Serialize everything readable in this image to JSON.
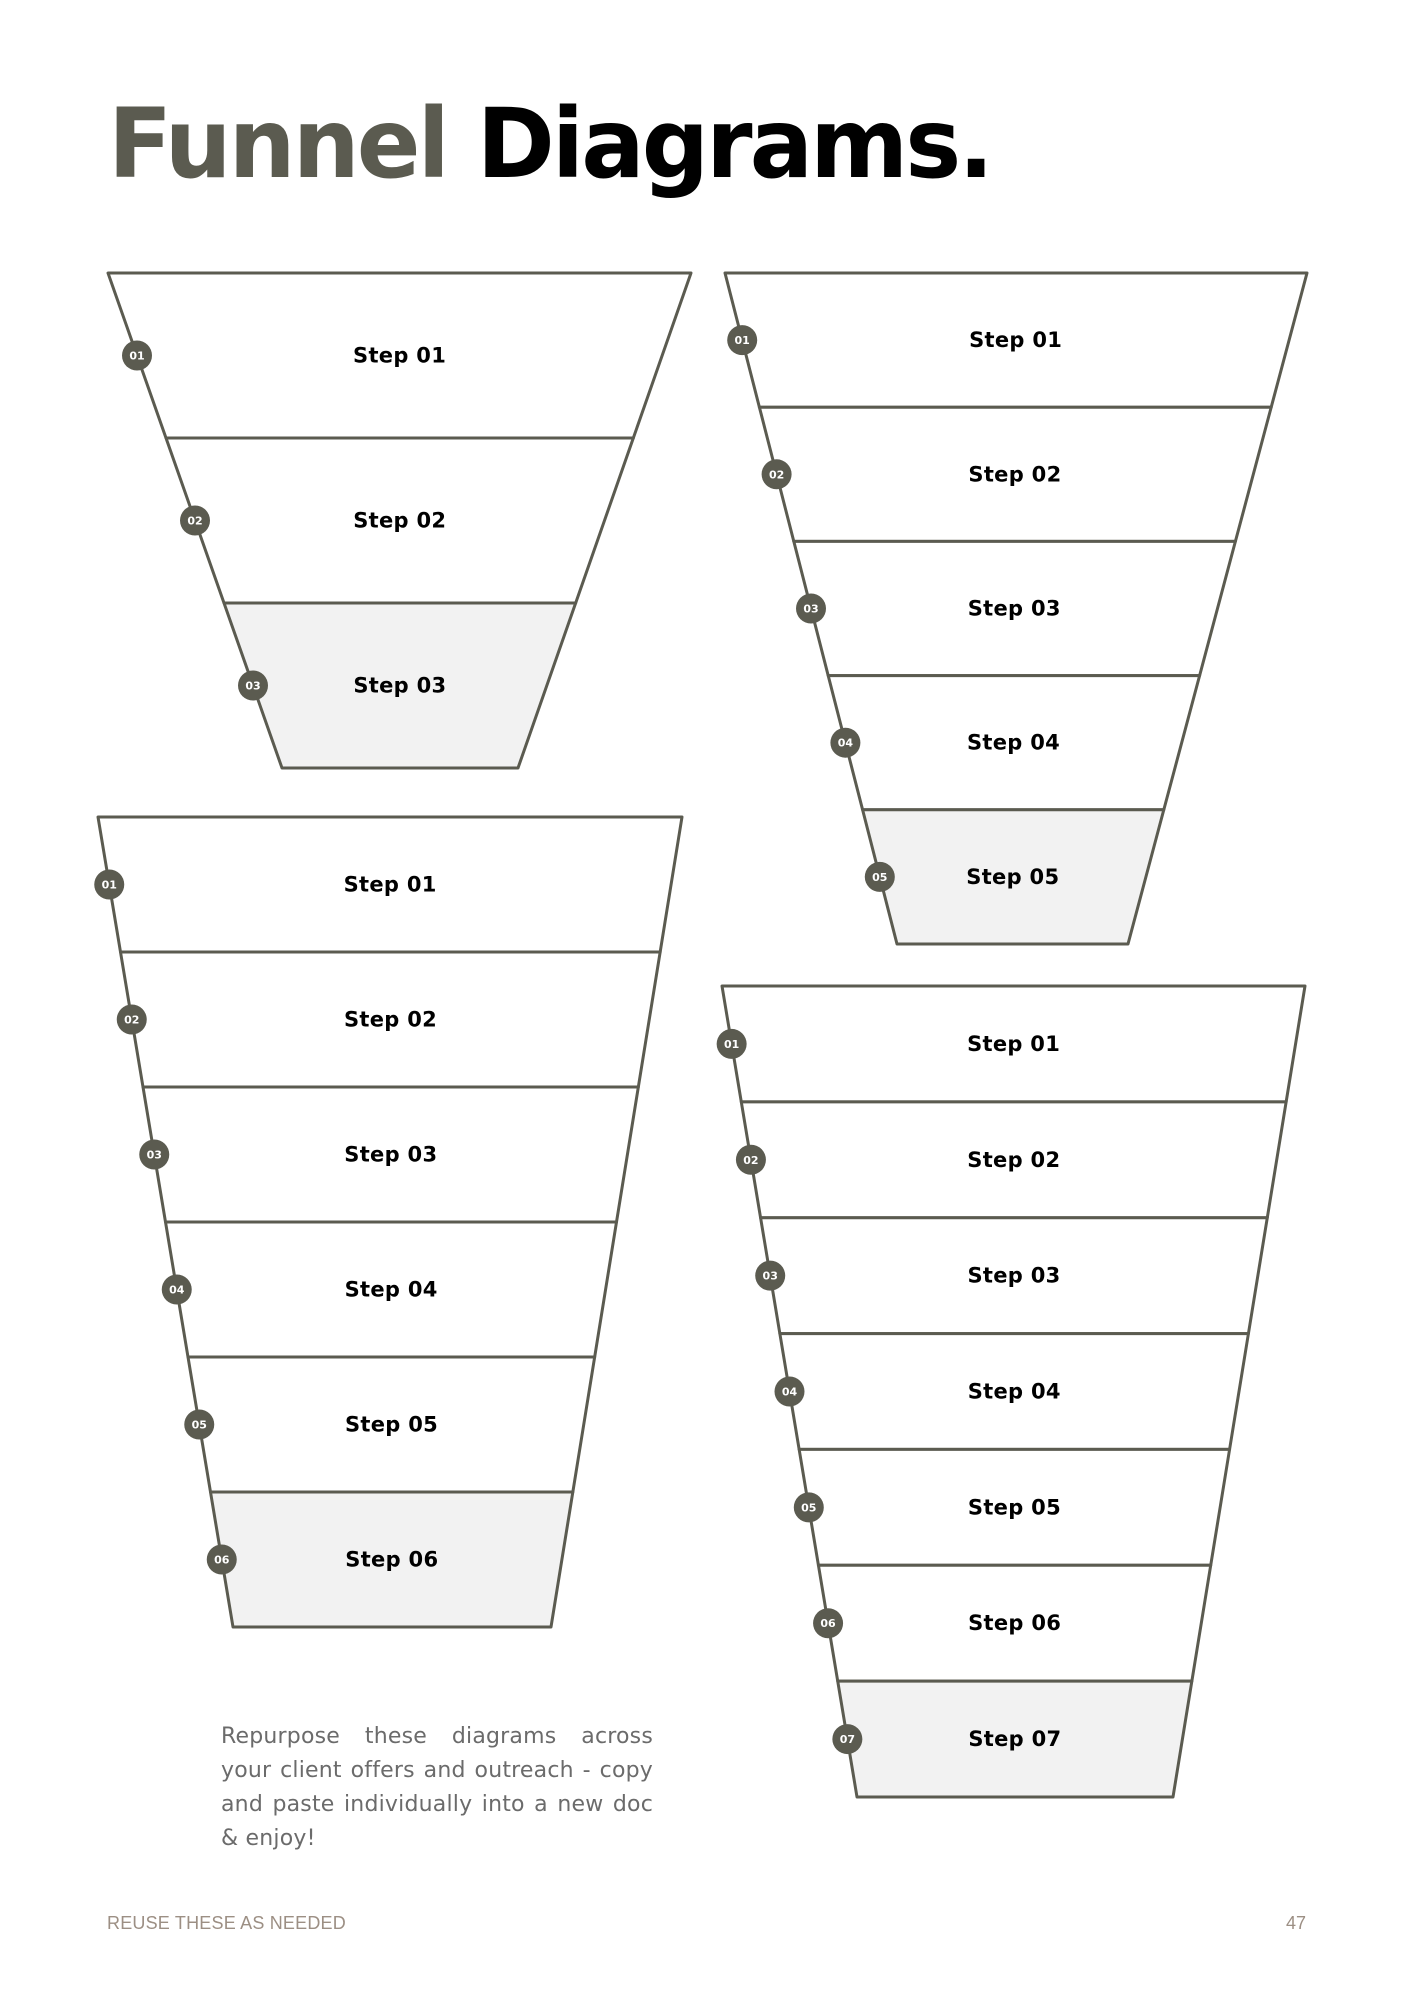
{
  "page": {
    "title_part1": "Funnel",
    "title_part2": "Diagrams.",
    "description": "Repurpose these diagrams across your client offers and outreach - copy and paste individually into a new doc & enjoy!",
    "footer_label": "REUSE THESE AS NEEDED",
    "page_number": "47"
  },
  "colors": {
    "accent": "#5b5b50",
    "stroke": "#5b5b50",
    "highlight_fill": "#f2f2f2",
    "row_fill": "#ffffff",
    "text": "#000000"
  },
  "funnels": [
    {
      "name": "funnel-3-step",
      "steps": [
        {
          "number": "01",
          "label": "Step 01"
        },
        {
          "number": "02",
          "label": "Step 02"
        },
        {
          "number": "03",
          "label": "Step 03",
          "highlighted": true
        }
      ]
    },
    {
      "name": "funnel-5-step",
      "steps": [
        {
          "number": "01",
          "label": "Step 01"
        },
        {
          "number": "02",
          "label": "Step 02"
        },
        {
          "number": "03",
          "label": "Step 03"
        },
        {
          "number": "04",
          "label": "Step 04"
        },
        {
          "number": "05",
          "label": "Step 05",
          "highlighted": true
        }
      ]
    },
    {
      "name": "funnel-6-step",
      "steps": [
        {
          "number": "01",
          "label": "Step 01"
        },
        {
          "number": "02",
          "label": "Step 02"
        },
        {
          "number": "03",
          "label": "Step 03"
        },
        {
          "number": "04",
          "label": "Step 04"
        },
        {
          "number": "05",
          "label": "Step 05"
        },
        {
          "number": "06",
          "label": "Step 06",
          "highlighted": true
        }
      ]
    },
    {
      "name": "funnel-7-step",
      "steps": [
        {
          "number": "01",
          "label": "Step 01"
        },
        {
          "number": "02",
          "label": "Step 02"
        },
        {
          "number": "03",
          "label": "Step 03"
        },
        {
          "number": "04",
          "label": "Step 04"
        },
        {
          "number": "05",
          "label": "Step 05"
        },
        {
          "number": "06",
          "label": "Step 06"
        },
        {
          "number": "07",
          "label": "Step 07",
          "highlighted": true
        }
      ]
    }
  ]
}
